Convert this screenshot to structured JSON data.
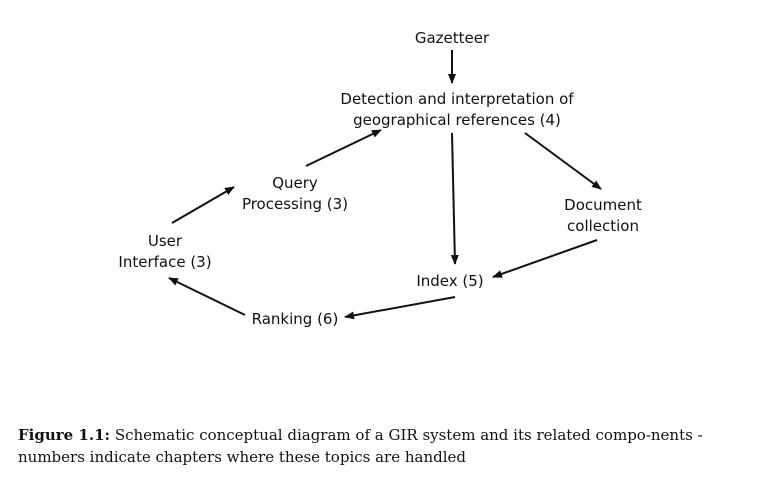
{
  "nodes": {
    "gazetteer": "Gazetteer",
    "detection_line1": "Detection and interpretation of",
    "detection_line2": "geographical references (4)",
    "query_line1": "Query",
    "query_line2": "Processing (3)",
    "document_line1": "Document",
    "document_line2": "collection",
    "user_line1": "User",
    "user_line2": "Interface (3)",
    "index": "Index (5)",
    "ranking": "Ranking (6)"
  },
  "caption": {
    "label": "Figure 1.1:",
    "text": " Schematic conceptual diagram of a GIR system and its related compo-nents - numbers indicate chapters where these topics are handled"
  }
}
